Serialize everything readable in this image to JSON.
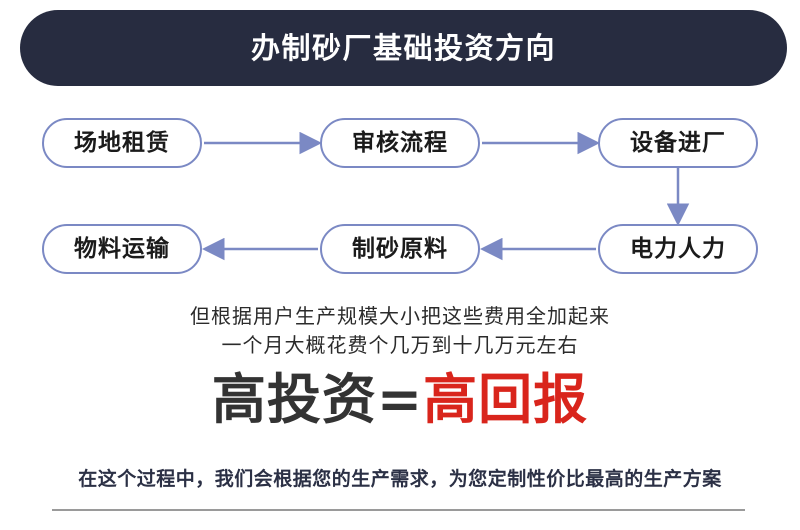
{
  "header": {
    "title": "办制砂厂基础投资方向",
    "background_color": "#272c40",
    "text_color": "#ffffff"
  },
  "flowchart": {
    "node_border_color": "#7b89c4",
    "connector_color": "#7b89c4",
    "nodes": [
      {
        "id": "node-1",
        "label": "场地租赁"
      },
      {
        "id": "node-2",
        "label": "审核流程"
      },
      {
        "id": "node-3",
        "label": "设备进厂"
      },
      {
        "id": "node-4",
        "label": "物料运输"
      },
      {
        "id": "node-5",
        "label": "制砂原料"
      },
      {
        "id": "node-6",
        "label": "电力人力"
      }
    ],
    "edges": [
      {
        "from": "场地租赁",
        "to": "审核流程",
        "direction": "right"
      },
      {
        "from": "审核流程",
        "to": "设备进厂",
        "direction": "right"
      },
      {
        "from": "设备进厂",
        "to": "电力人力",
        "direction": "down"
      },
      {
        "from": "电力人力",
        "to": "制砂原料",
        "direction": "left"
      },
      {
        "from": "制砂原料",
        "to": "物料运输",
        "direction": "left"
      }
    ]
  },
  "description": {
    "line1": "但根据用户生产规模大小把这些费用全加起来",
    "line2": "一个月大概花费个几万到十几万元左右"
  },
  "slogan": {
    "left": "高投资",
    "equals": "=",
    "right": "高回报",
    "left_color": "#333333",
    "right_color": "#d9251c"
  },
  "footer": {
    "text": "在这个过程中，我们会根据您的生产需求，为您定制性价比最高的生产方案",
    "text_color": "#2b3045",
    "rule_color": "#9a9a9a"
  }
}
